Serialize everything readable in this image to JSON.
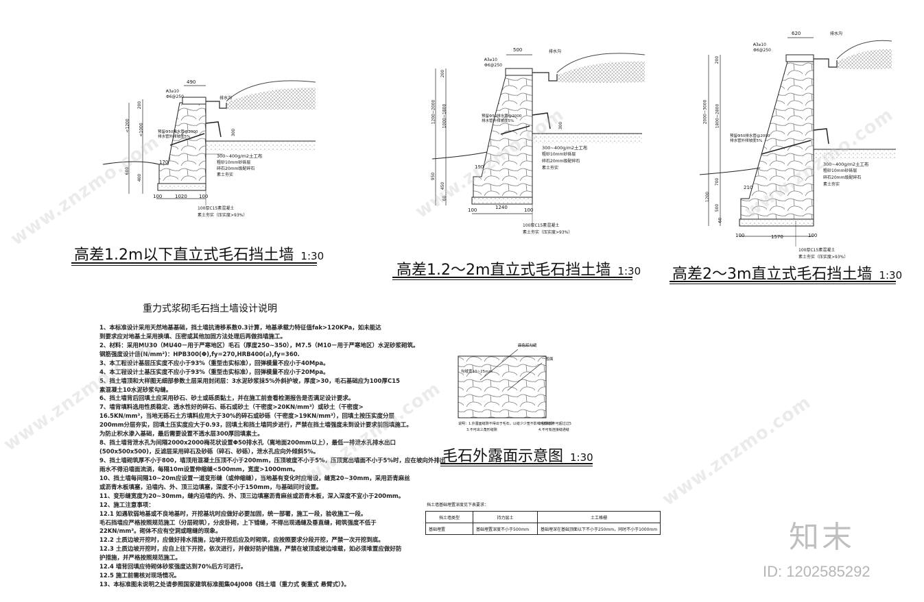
{
  "drawings": {
    "wall1": {
      "title": "高差1.2m以下直立式毛石挡土墙",
      "scale": "1:30",
      "dims": {
        "top": "490",
        "bottom": "1020",
        "left_a": "100",
        "right_a": "100",
        "h1": "<1200",
        "h2": "<1000",
        "h3": "200",
        "h4": "400",
        "h5": "600",
        "toe": "170",
        "drain_h": "300"
      },
      "labels": {
        "cap": "Φ6@250",
        "cap2": "₳3⌀10",
        "drain": "预留Φ50排水管@2000",
        "drain2": "排水管外倾坡度5%",
        "geo": "300~400g/m2土工布",
        "sand": "粗砂10mm砂砾层",
        "gravel": "碎石20mm级配碎石",
        "soil": "素土夯实",
        "base": "100厚C15素混凝土",
        "base2": "素土夯实（压实度>93%）",
        "ditch": "排水沟"
      }
    },
    "wall2": {
      "title": "高差1.2～2m直立式毛石挡土墙",
      "scale": "1:30",
      "dims": {
        "top": "500",
        "bottom": "1240",
        "left_a": "100",
        "right_a": "100",
        "h1": "1200~2000",
        "h2": "1000~1800",
        "h3": "200",
        "h4": "450",
        "h5": "950",
        "toe": "190",
        "drain_h": "300",
        "h6": "60"
      },
      "labels": {
        "cap": "Φ6@250",
        "cap2": "₳3⌀10",
        "drain": "预留Φ50排水管@2000",
        "drain2": "排水管外倾坡度5%",
        "geo": "300~400g/m2土工布",
        "sand": "粗砂10mm砂砾层",
        "gravel": "碎石20mm级配碎石",
        "soil": "素土夯实",
        "base": "100厚C15素混凝土",
        "base2": "素土夯实（压实度>93%）",
        "ditch": "排水沟"
      }
    },
    "wall3": {
      "title": "高差2～3m直立式毛石挡土墙",
      "scale": "1:30",
      "dims": {
        "top": "620",
        "bottom": "1570",
        "left_a": "100",
        "right_a": "100",
        "h1": "2000~3000",
        "h2": "1800~2800",
        "h3": "200",
        "h4": "500",
        "h5": "1200",
        "toe": "210",
        "h6": "700",
        "h7": "60"
      },
      "labels": {
        "cap": "Φ6@250",
        "cap2": "₳3⌀10",
        "drain": "预留Φ50排水管@2000",
        "drain2": "排水管外倾坡度5%",
        "geo": "300~400g/m2土工布",
        "sand": "粗砂10mm砂砾层",
        "gravel": "碎石20mm级配碎石",
        "soil": "素土夯实",
        "base": "100厚C15素混凝土",
        "base2": "素土夯实（压实度>93%）",
        "ditch": "排水沟"
      }
    },
    "stone": {
      "title": "毛石外露面示意图",
      "scale": "1:30",
      "labels": {
        "l1": "原色浆勾缝",
        "l2": "一般面",
        "l3": "勾缝宽10~25mm",
        "n1": "说明：1.外露面缝隙不得出于毛石，以缝少少宽不影响毛石缝隙",
        "n2": "3.不可出三角形缝隙",
        "n3": "2.缝隙长不可超过过5",
        "n4": "4.不可有连接缝通缝"
      }
    }
  },
  "notes": {
    "title": "重力式浆砌毛石挡土墙设计说明",
    "lines": [
      "1、本标准设计采用天然地基基础，挡土墙抗滑移系数0.3计算，地基承载力特征值fak>120KPa，如未能达",
      "   到要求应对地基土采用换填、压密或其他加固方法处理后再做挡墙施工。",
      "2、材料：采用MU30（MU40－用于严寒地区）毛石（厚度250~350），M7.5（M10－用于严寒地区）水泥砂浆砌筑。",
      "   钢筋强度设计值(N/mm²)：HPB300(Φ),fy=270,HRB400(⌀),fy=360.",
      "3、本工程设计基层压实度不应小于93%（重型击实标准），回弹模量不应小于40Mpa。",
      "4、本工程设计土基压实度不应小于93%（重型击实标准），回弹模量不应小于20Mpa。",
      "5、挡土墙顶和大样图无细部参数土层采用封闭层：3水泥砂浆抹5%外斜护坡，厚度>30，毛石基础应为100厚C15",
      "   素混凝土10水泥砂浆勾缝。",
      "6、挡土墙背后回填土应采用砂石、砂土或砾质黏土，并在施工前查看检测报告是否满足设计要求。",
      "7、墙背填料选用性质稳定、透水性好的碎石、砾石或砂土（干密度>20KN/mm³）或砂土（干密度>",
      "   16.5KN/mm³，当地无砾石土方填料应用大于30%的碎石或砂砾（干密度>19KN/mm³），回填土按压实度分层",
      "   200mm分层夯实，回填土压实度应大于0.93，回填土和挡土墙同步进行，严禁在挡土墙强度未到设计要求前回填施工。",
      "   为防止积水渗入基础，最后需要设置不透水层300厚回填素土。",
      "8、挡土墙背泄水孔为间隔2000x2000梅花状设置Φ50排水孔（离地面200mm以上），最低一排泄水孔排水出口",
      "   (500x500x500)，反滤层采用碎石及砂砾（碎石、砂砾），泄水孔应向外倾斜5%。",
      "9、挡土墙砌筑厚不小于800，墙顶用混凝土压顶不小于200mm，压顶坡度不小于5%，压顶宽出墙面不小于5%时，应在坡向外排出",
      "   雨水不得沿墙面流淌，每隔10m设置伸缩缝<500mm，宽度>1000mm。",
      "10、挡土墙每间隔10~20m应设置一道变形缝（或伸缩缝），当地基有变化时应增设，缝宽20~30mm，采用沥青麻丝",
      "   或沥青木板填塞，沿墙内、外、顶三边填塞，深度不小于150mm，与基础同时设置。",
      "11、变形缝宽度为20~30mm，缝内沿墙的内、外、顶三边填塞沥青麻丝或沥青木板，深入深度不宜小于200mm。",
      "12、施工注意事项：",
      "   12.1 如遇软弱地基或不良地基时，开挖基坑时应做好必要加固，统一部署，施工一段，验收施工一段。",
      "        毛石挡墙应严格按照规范施工（分层砌筑），分皮卧砌，上下错缝，不得出现通缝及垂直缝，砌筑强度不低于",
      "        22KN/mm³。砌体不应有空洞或瞎缝的现象。",
      "   12.2 土质边坡开挖时，应做好排水措施，边坡开挖后应及时砌筑，应按照要求分段开挖，严禁一次开挖到底。",
      "   12.3 土质边坡开挖时，应自上往下开挖，依次进行，并做好防护措施，严禁在坡顶或坡边堆载，如必须堆置应做好防",
      "        护措施，并严格按照规范施工。",
      "   12.4 墙背回填应待砌体砂浆强度达到70%后方可进行。",
      "   12.5 施工前需核对现场情况。",
      "13、本标准图未说明之处请参照国家建筑标准图集04J008《挡土墙（重力式 衡重式 悬臂式）》。"
    ]
  },
  "table": {
    "caption": "挡土墙基础埋置深度见下表要求：",
    "headers": [
      "挡土墙类型",
      "持力层土",
      "土工格栅"
    ],
    "row": [
      "基础埋置",
      "基础埋置深度不小于500mm",
      "基础埋深在基础顶面以下不小于250mm，同时不小于1000mm"
    ]
  },
  "watermark": {
    "site": "www.znzmo.com",
    "brand": "知末",
    "id": "ID: 1202585292"
  }
}
